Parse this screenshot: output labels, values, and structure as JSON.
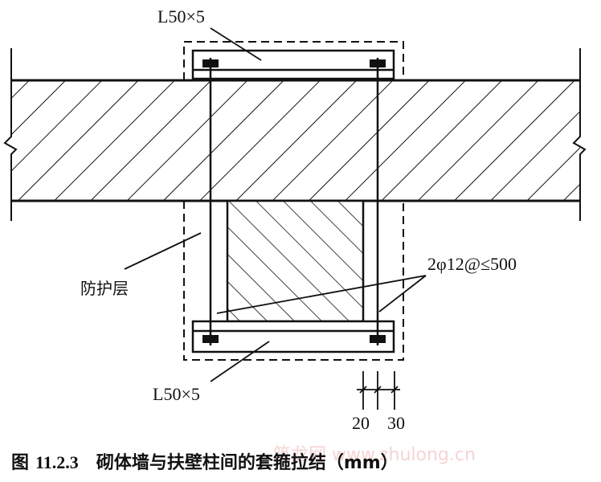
{
  "labels": {
    "angle_top": "L50×5",
    "angle_bottom": "L50×5",
    "protective_layer": "防护层",
    "tie_rod": "2φ12@≤500",
    "dim_1": "20",
    "dim_2": "30"
  },
  "caption": {
    "prefix": "图",
    "number": "11.2.3",
    "title": "砌体墙与扶壁柱间的套箍拉结（mm）"
  },
  "watermark": "筑龙网 www.zhulong.cn"
}
